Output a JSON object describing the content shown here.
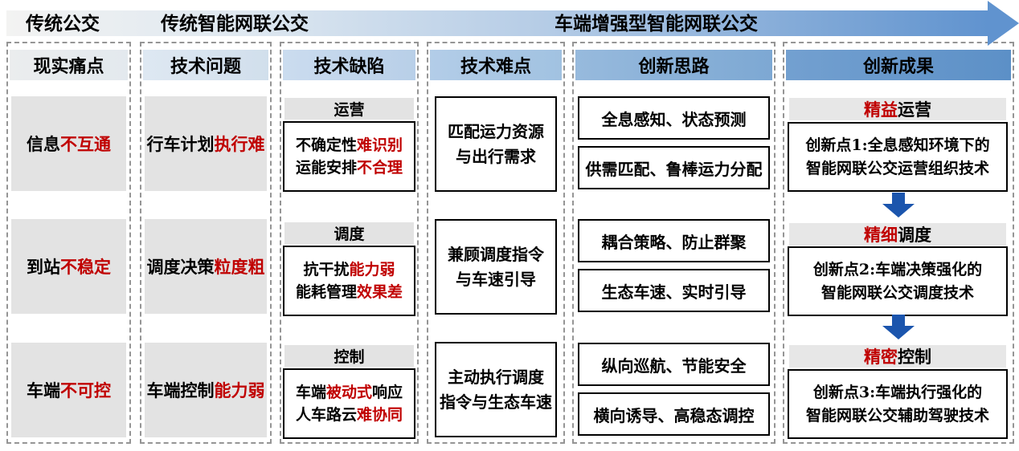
{
  "colors": {
    "highlight_red": "#c00000",
    "down_arrow_blue": "#1b55ad",
    "banner_blue": "#6093cf",
    "box_gray": "#e3e3e3"
  },
  "banner": {
    "stages": [
      "传统公交",
      "传统智能网联公交",
      "车端增强型智能网联公交"
    ]
  },
  "headers": [
    "现实痛点",
    "技术问题",
    "技术缺陷",
    "技术难点",
    "创新思路",
    "创新成果"
  ],
  "pain_points": [
    {
      "prefix": "信息",
      "highlight": "不互通"
    },
    {
      "prefix": "到站",
      "highlight": "不稳定"
    },
    {
      "prefix": "车端",
      "highlight": "不可控"
    }
  ],
  "tech_problems": [
    {
      "prefix": "行车计划",
      "highlight": "执行难"
    },
    {
      "prefix": "调度决策",
      "highlight": "粒度粗"
    },
    {
      "prefix": "车端控制",
      "highlight": "能力弱"
    }
  ],
  "tech_defects": [
    {
      "label": "运营",
      "l1_b1": "不确定性",
      "l1_r": "难识别",
      "l1_b2": "",
      "l2_b": "运能安排",
      "l2_r": "不合理"
    },
    {
      "label": "调度",
      "l1_b1": "抗干扰",
      "l1_r": "能力弱",
      "l1_b2": "",
      "l2_b": "能耗管理",
      "l2_r": "效果差"
    },
    {
      "label": "控制",
      "l1_b1": "车端",
      "l1_r": "被动式",
      "l1_b2": "响应",
      "l2_b": "人车路云",
      "l2_r": "难协同"
    }
  ],
  "tech_difficulties": [
    {
      "line1": "匹配运力资源",
      "line2": "与出行需求"
    },
    {
      "line1": "兼顾调度指令",
      "line2": "与车速引导"
    },
    {
      "line1": "主动执行调度",
      "line2": "指令与生态车速"
    }
  ],
  "innovation_ideas": [
    {
      "box1": "全息感知、状态预测",
      "box2": "供需匹配、鲁棒运力分配"
    },
    {
      "box1": "耦合策略、防止群聚",
      "box2": "生态车速、实时引导"
    },
    {
      "box1": "纵向巡航、节能安全",
      "box2": "横向诱导、高稳态调控"
    }
  ],
  "innovation_results": [
    {
      "title_highlight": "精益",
      "title_rest": "运营",
      "line1": "创新点1:全息感知环境下的",
      "line2": "智能网联公交运营组织技术"
    },
    {
      "title_highlight": "精细",
      "title_rest": "调度",
      "line1": "创新点2:车端决策强化的",
      "line2": "智能网联公交调度技术"
    },
    {
      "title_highlight": "精密",
      "title_rest": "控制",
      "line1": "创新点3:车端执行强化的",
      "line2": "智能网联公交辅助驾驶技术"
    }
  ]
}
